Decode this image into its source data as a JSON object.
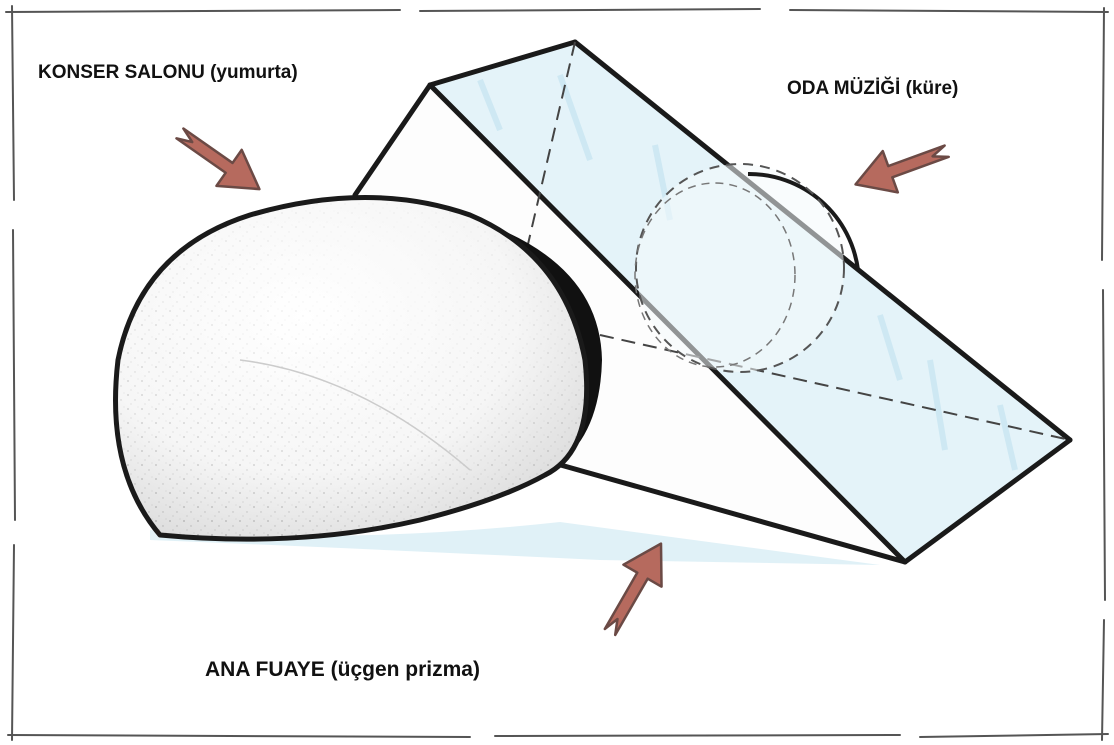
{
  "labels": {
    "concert_hall": "KONSER SALONU (yumurta)",
    "chamber_music": "ODA MÜZİĞİ (küre)",
    "main_foyer": "ANA FUAYE (üçgen prizma)"
  },
  "colors": {
    "ink": "#1a1a1a",
    "glass_tint": "#e4f3f9",
    "glass_streak": "#c9e6f2",
    "arrow_fill": "#b66a5e",
    "arrow_stroke": "#6b4a45",
    "egg_shadow": "#111111",
    "ground_tint": "#d8eef5"
  }
}
